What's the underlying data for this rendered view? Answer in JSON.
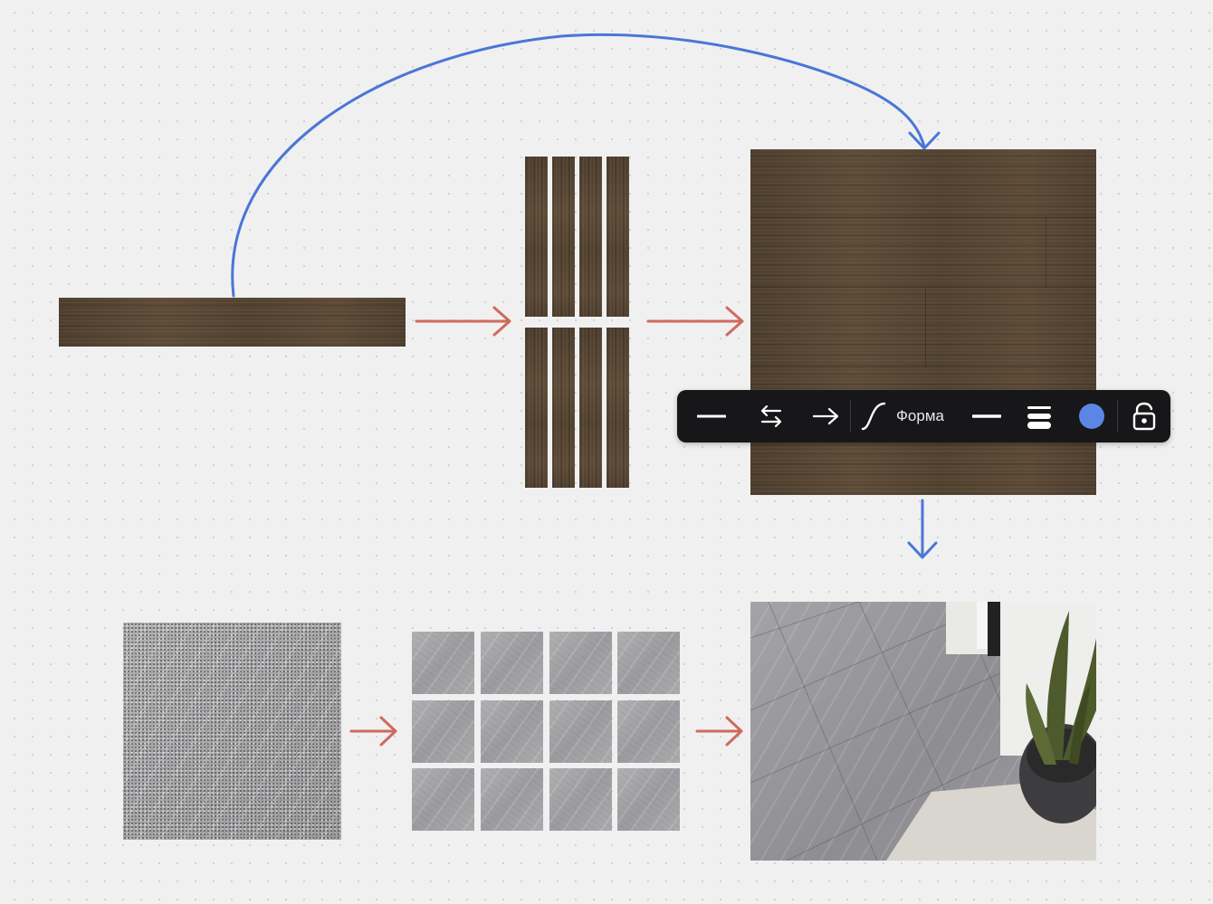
{
  "toolbar": {
    "shape_label": "Форма",
    "line_color": "#5b86e5",
    "items": [
      "line-style",
      "swap-direction",
      "arrow-end",
      "curve-shape",
      "stroke-width",
      "line-weight",
      "color",
      "lock"
    ]
  },
  "colors": {
    "blue_arrow": "#4a76d8",
    "red_arrow": "#cf6a5e",
    "canvas": "#f0f0f0",
    "toolbar_bg": "#17171a"
  }
}
